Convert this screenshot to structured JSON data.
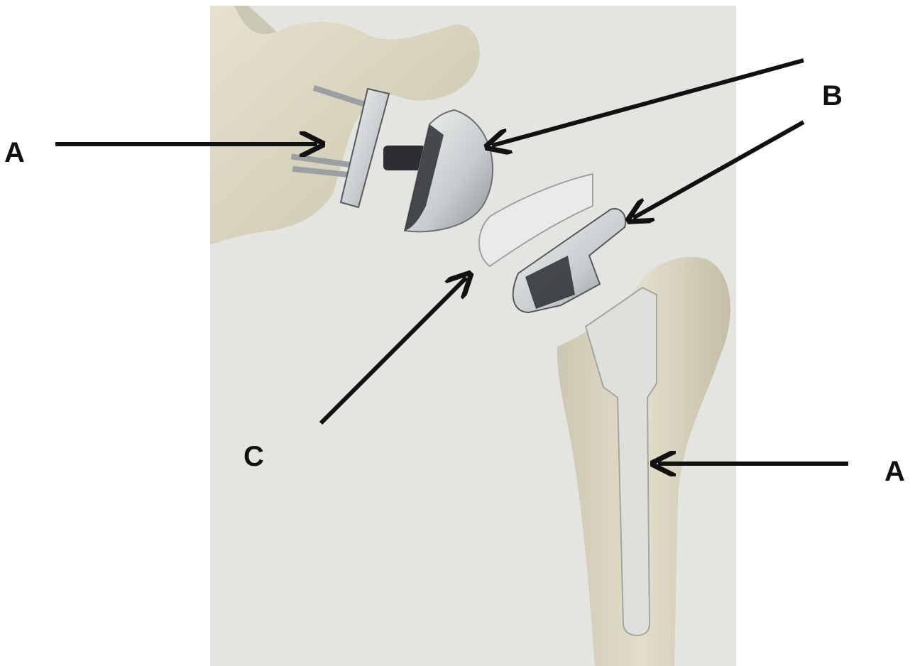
{
  "colors": {
    "panel_background": "#e4e5e1",
    "bone": "#dcd8c4",
    "bone_shadow": "#b9b39a",
    "metal_light": "#e9eaea",
    "metal_mid": "#b8bcbf",
    "metal_dark": "#2c2e31",
    "arrow": "#111111"
  },
  "labels": {
    "glenoid_component": "A",
    "glenosphere": "B",
    "humeral_tray": "B",
    "polyethylene_liner": "C",
    "humeral_stem": "A"
  }
}
